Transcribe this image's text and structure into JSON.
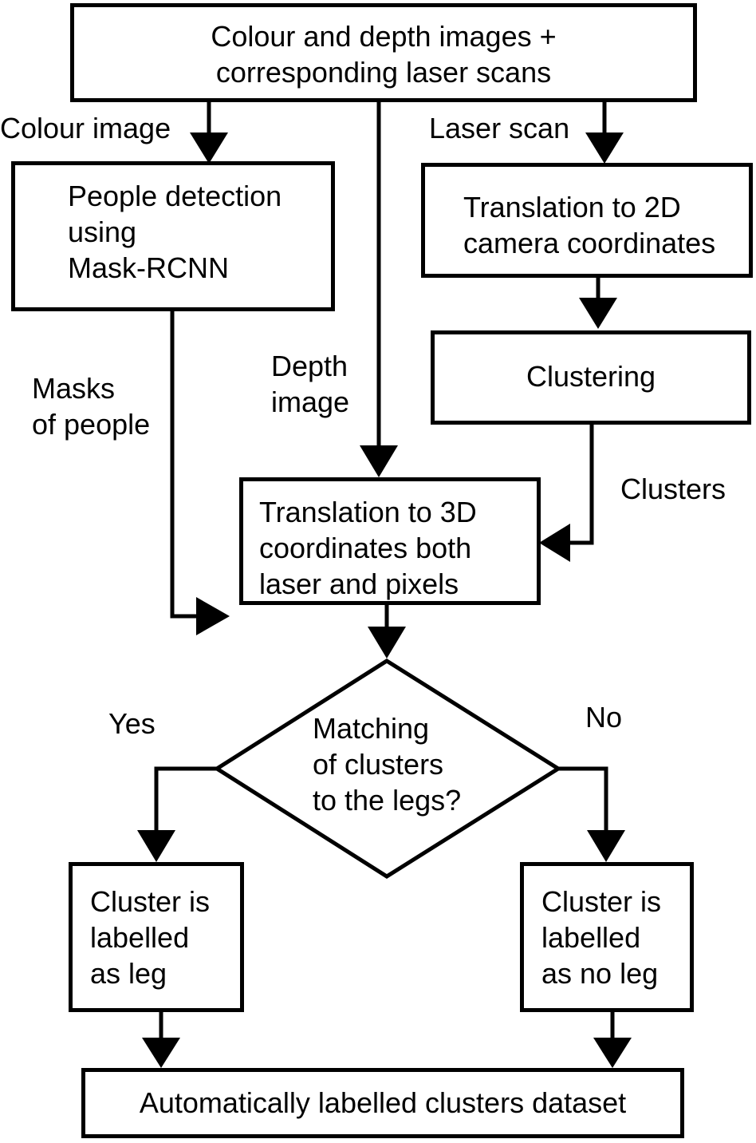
{
  "nodes": {
    "input": {
      "line1": "Colour and depth images +",
      "line2": "corresponding laser scans"
    },
    "people_detection": {
      "line1": "People detection",
      "line2": "using",
      "line3": "Mask-RCNN"
    },
    "translation_2d": {
      "line1": "Translation to 2D",
      "line2": "camera coordinates"
    },
    "clustering": {
      "line1": "Clustering"
    },
    "translation_3d": {
      "line1": "Translation to 3D",
      "line2": "coordinates both",
      "line3": "laser and pixels"
    },
    "decision": {
      "line1": "Matching",
      "line2": "of clusters",
      "line3": "to the legs?"
    },
    "leg": {
      "line1": "Cluster is",
      "line2": "labelled",
      "line3": "as leg"
    },
    "no_leg": {
      "line1": "Cluster is",
      "line2": "labelled",
      "line3": "as no leg"
    },
    "dataset": {
      "line1": "Automatically labelled clusters dataset"
    }
  },
  "edge_labels": {
    "colour_image": "Colour image",
    "laser_scan": "Laser scan",
    "masks_line1": "Masks",
    "masks_line2": "of people",
    "depth_line1": "Depth",
    "depth_line2": "image",
    "clusters": "Clusters",
    "yes": "Yes",
    "no": "No"
  }
}
